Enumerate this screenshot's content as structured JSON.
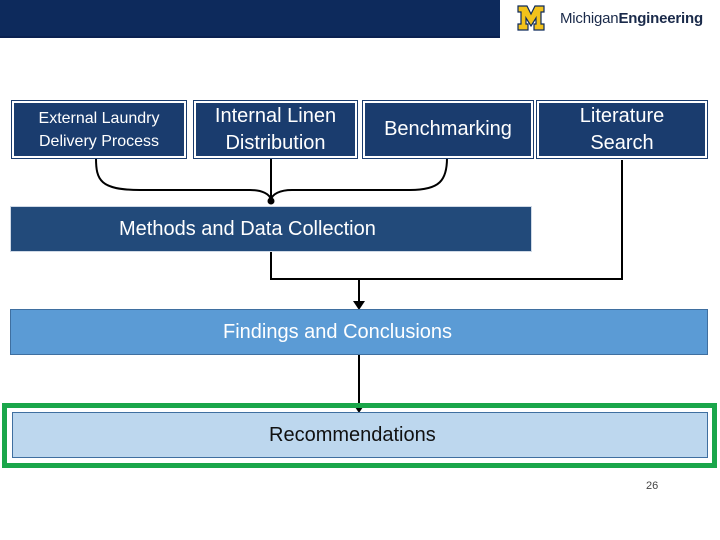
{
  "header": {
    "logo_text_a": "Michigan",
    "logo_text_b": "Engineering"
  },
  "diagram": {
    "sources": [
      {
        "line1": "External Laundry",
        "line2": "Delivery Process"
      },
      {
        "line1": "Internal Linen",
        "line2": "Distribution"
      },
      {
        "line1": "Benchmarking",
        "line2": ""
      },
      {
        "line1": "Literature",
        "line2": "Search"
      }
    ],
    "methods": "Methods and Data Collection",
    "findings": "Findings and Conclusions",
    "recommendations": "Recommendations"
  },
  "footer": {
    "page_number": "26"
  },
  "colors": {
    "navy": "#1a3c6e",
    "blue": "#5b9bd5",
    "light_blue": "#bdd7ee",
    "green": "#1aa64a"
  }
}
